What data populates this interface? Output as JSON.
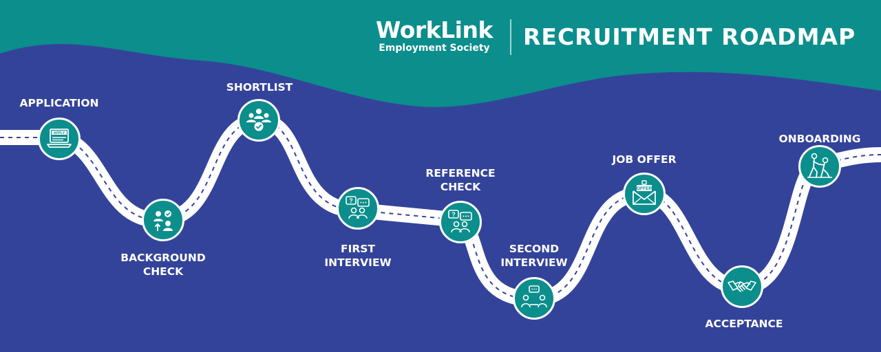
{
  "header": {
    "brand_name": "WorkLink",
    "brand_subtitle": "Employment Society",
    "title": "RECRUITMENT ROADMAP"
  },
  "colors": {
    "background": "#34439a",
    "header_wave": "#0b8e8c",
    "road": "#ffffff",
    "road_dash": "#34439a",
    "node_fill": "#0b8e8c"
  },
  "steps": [
    {
      "lines": [
        "APPLICATION"
      ],
      "icon": "apply-laptop-icon"
    },
    {
      "lines": [
        "BACKGROUND",
        "CHECK"
      ],
      "icon": "people-check-icon"
    },
    {
      "lines": [
        "SHORTLIST"
      ],
      "icon": "group-check-icon"
    },
    {
      "lines": [
        "FIRST",
        "INTERVIEW"
      ],
      "icon": "chat-bubbles-icon"
    },
    {
      "lines": [
        "REFERENCE",
        "CHECK"
      ],
      "icon": "chat-bubbles-icon"
    },
    {
      "lines": [
        "SECOND",
        "INTERVIEW"
      ],
      "icon": "interview-icon"
    },
    {
      "lines": [
        "JOB OFFER"
      ],
      "icon": "offer-envelope-icon"
    },
    {
      "lines": [
        "ACCEPTANCE"
      ],
      "icon": "handshake-icon"
    },
    {
      "lines": [
        "ONBOARDING"
      ],
      "icon": "helping-hand-icon"
    }
  ],
  "icon_text": {
    "apply": "APPLY",
    "offer": "OFFER"
  }
}
